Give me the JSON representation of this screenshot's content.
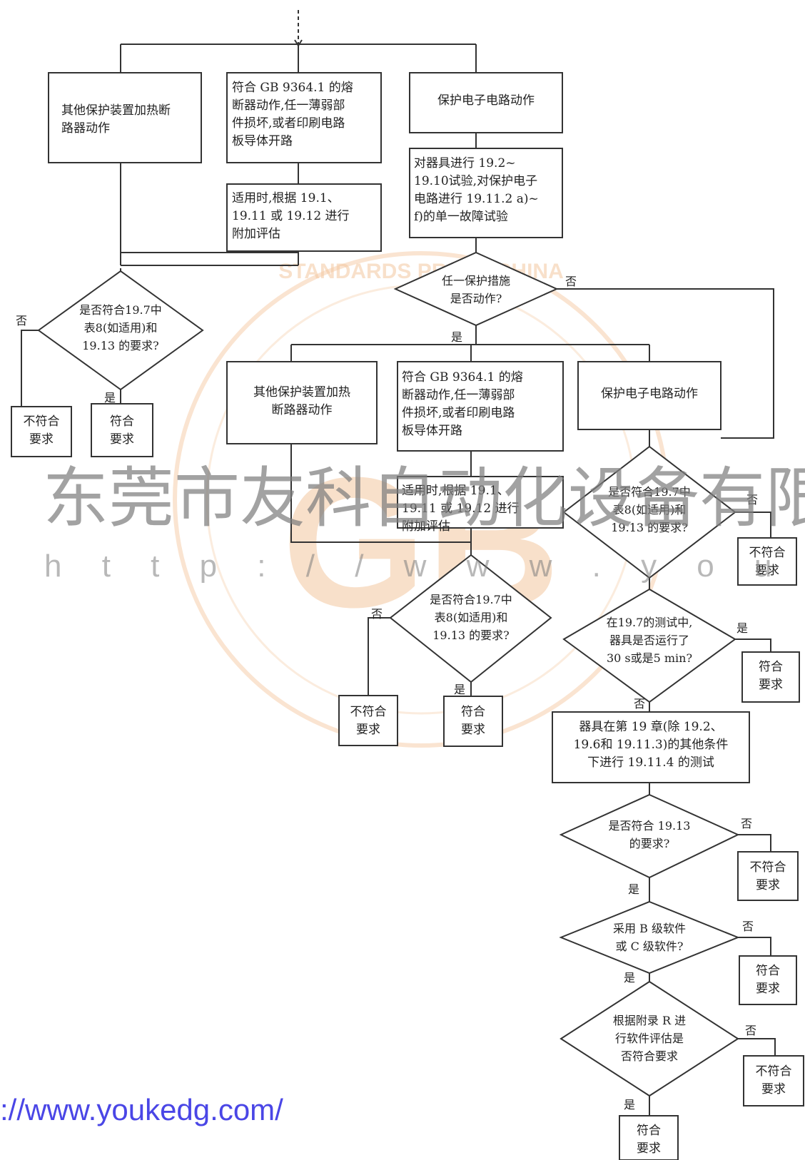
{
  "boxes": {
    "a1": [
      "其他保护装置加热断",
      "路器动作"
    ],
    "a2": [
      "符合 GB 9364.1 的熔",
      "断器动作,任一薄弱部",
      "件损坏,或者印刷电路",
      "板导体开路"
    ],
    "a3": [
      "保护电子电路动作"
    ],
    "a4": [
      "适用时,根据 19.1、",
      "19.11 或 19.12 进行",
      "附加评估"
    ],
    "a5": [
      "对器具进行 19.2~",
      "19.10试验,对保护电子",
      "电路进行 19.11.2 a)~",
      "f)的单一故障试验"
    ],
    "b1": [
      "其他保护装置加热",
      "断路器动作"
    ],
    "b2": [
      "符合 GB 9364.1 的熔",
      "断器动作,任一薄弱部",
      "件损坏,或者印刷电路",
      "板导体开路"
    ],
    "b3": [
      "保护电子电路动作"
    ],
    "b4": [
      "适用时,根据 19.1、",
      "19.11 或 19.12 进行",
      "附加评估"
    ],
    "c1": [
      "器具在第 19 章(除 19.2、",
      "19.6和 19.11.3)的其他条件",
      "下进行 19.11.4 的测试"
    ],
    "r_nc1": [
      "不符合",
      "要求"
    ],
    "r_c1": [
      "符合",
      "要求"
    ],
    "r_nc2": [
      "不符合",
      "要求"
    ],
    "r_c2": [
      "符合",
      "要求"
    ],
    "r_nc3": [
      "不符合",
      "要求"
    ],
    "r_c3": [
      "符合",
      "要求"
    ],
    "r_nc4": [
      "不符合",
      "要求"
    ],
    "r_c4": [
      "符合",
      "要求"
    ],
    "r_nc5": [
      "不符合",
      "要求"
    ],
    "r_c5": [
      "符合",
      "要求"
    ]
  },
  "diamonds": {
    "d1": [
      "是否符合19.7中",
      "表8(如适用)和",
      "19.13 的要求?"
    ],
    "d2": [
      "任一保护措施",
      "是否动作?"
    ],
    "d3": [
      "是否符合19.7中",
      "表8(如适用)和",
      "19.13 的要求?"
    ],
    "d4": [
      "是否符合19.7中",
      "表8(如适用)和",
      "19.13 的要求?"
    ],
    "d5": [
      "在19.7的测试中,",
      "器具是否运行了",
      "30 s或是5 min?"
    ],
    "d6": [
      "是否符合 19.13",
      "的要求?"
    ],
    "d7": [
      "采用 B 级软件",
      "或 C 级软件?"
    ],
    "d8": [
      "根据附录 R 进",
      "行软件评估是",
      "否符合要求"
    ]
  },
  "labels": {
    "yes": "是",
    "no": "否"
  },
  "watermark": {
    "company": "东莞市友科自动化设备有限公",
    "url_spaced": "h t t p : / / w w w . y o u k e d g . c o",
    "link": "://www.youkedg.com/",
    "seal_text": "GB",
    "seal_ring": "STANDARDS PRESS CHINA"
  },
  "colors": {
    "line": "#333333",
    "link": "#4a46e6",
    "seal": "#f0b27a"
  }
}
